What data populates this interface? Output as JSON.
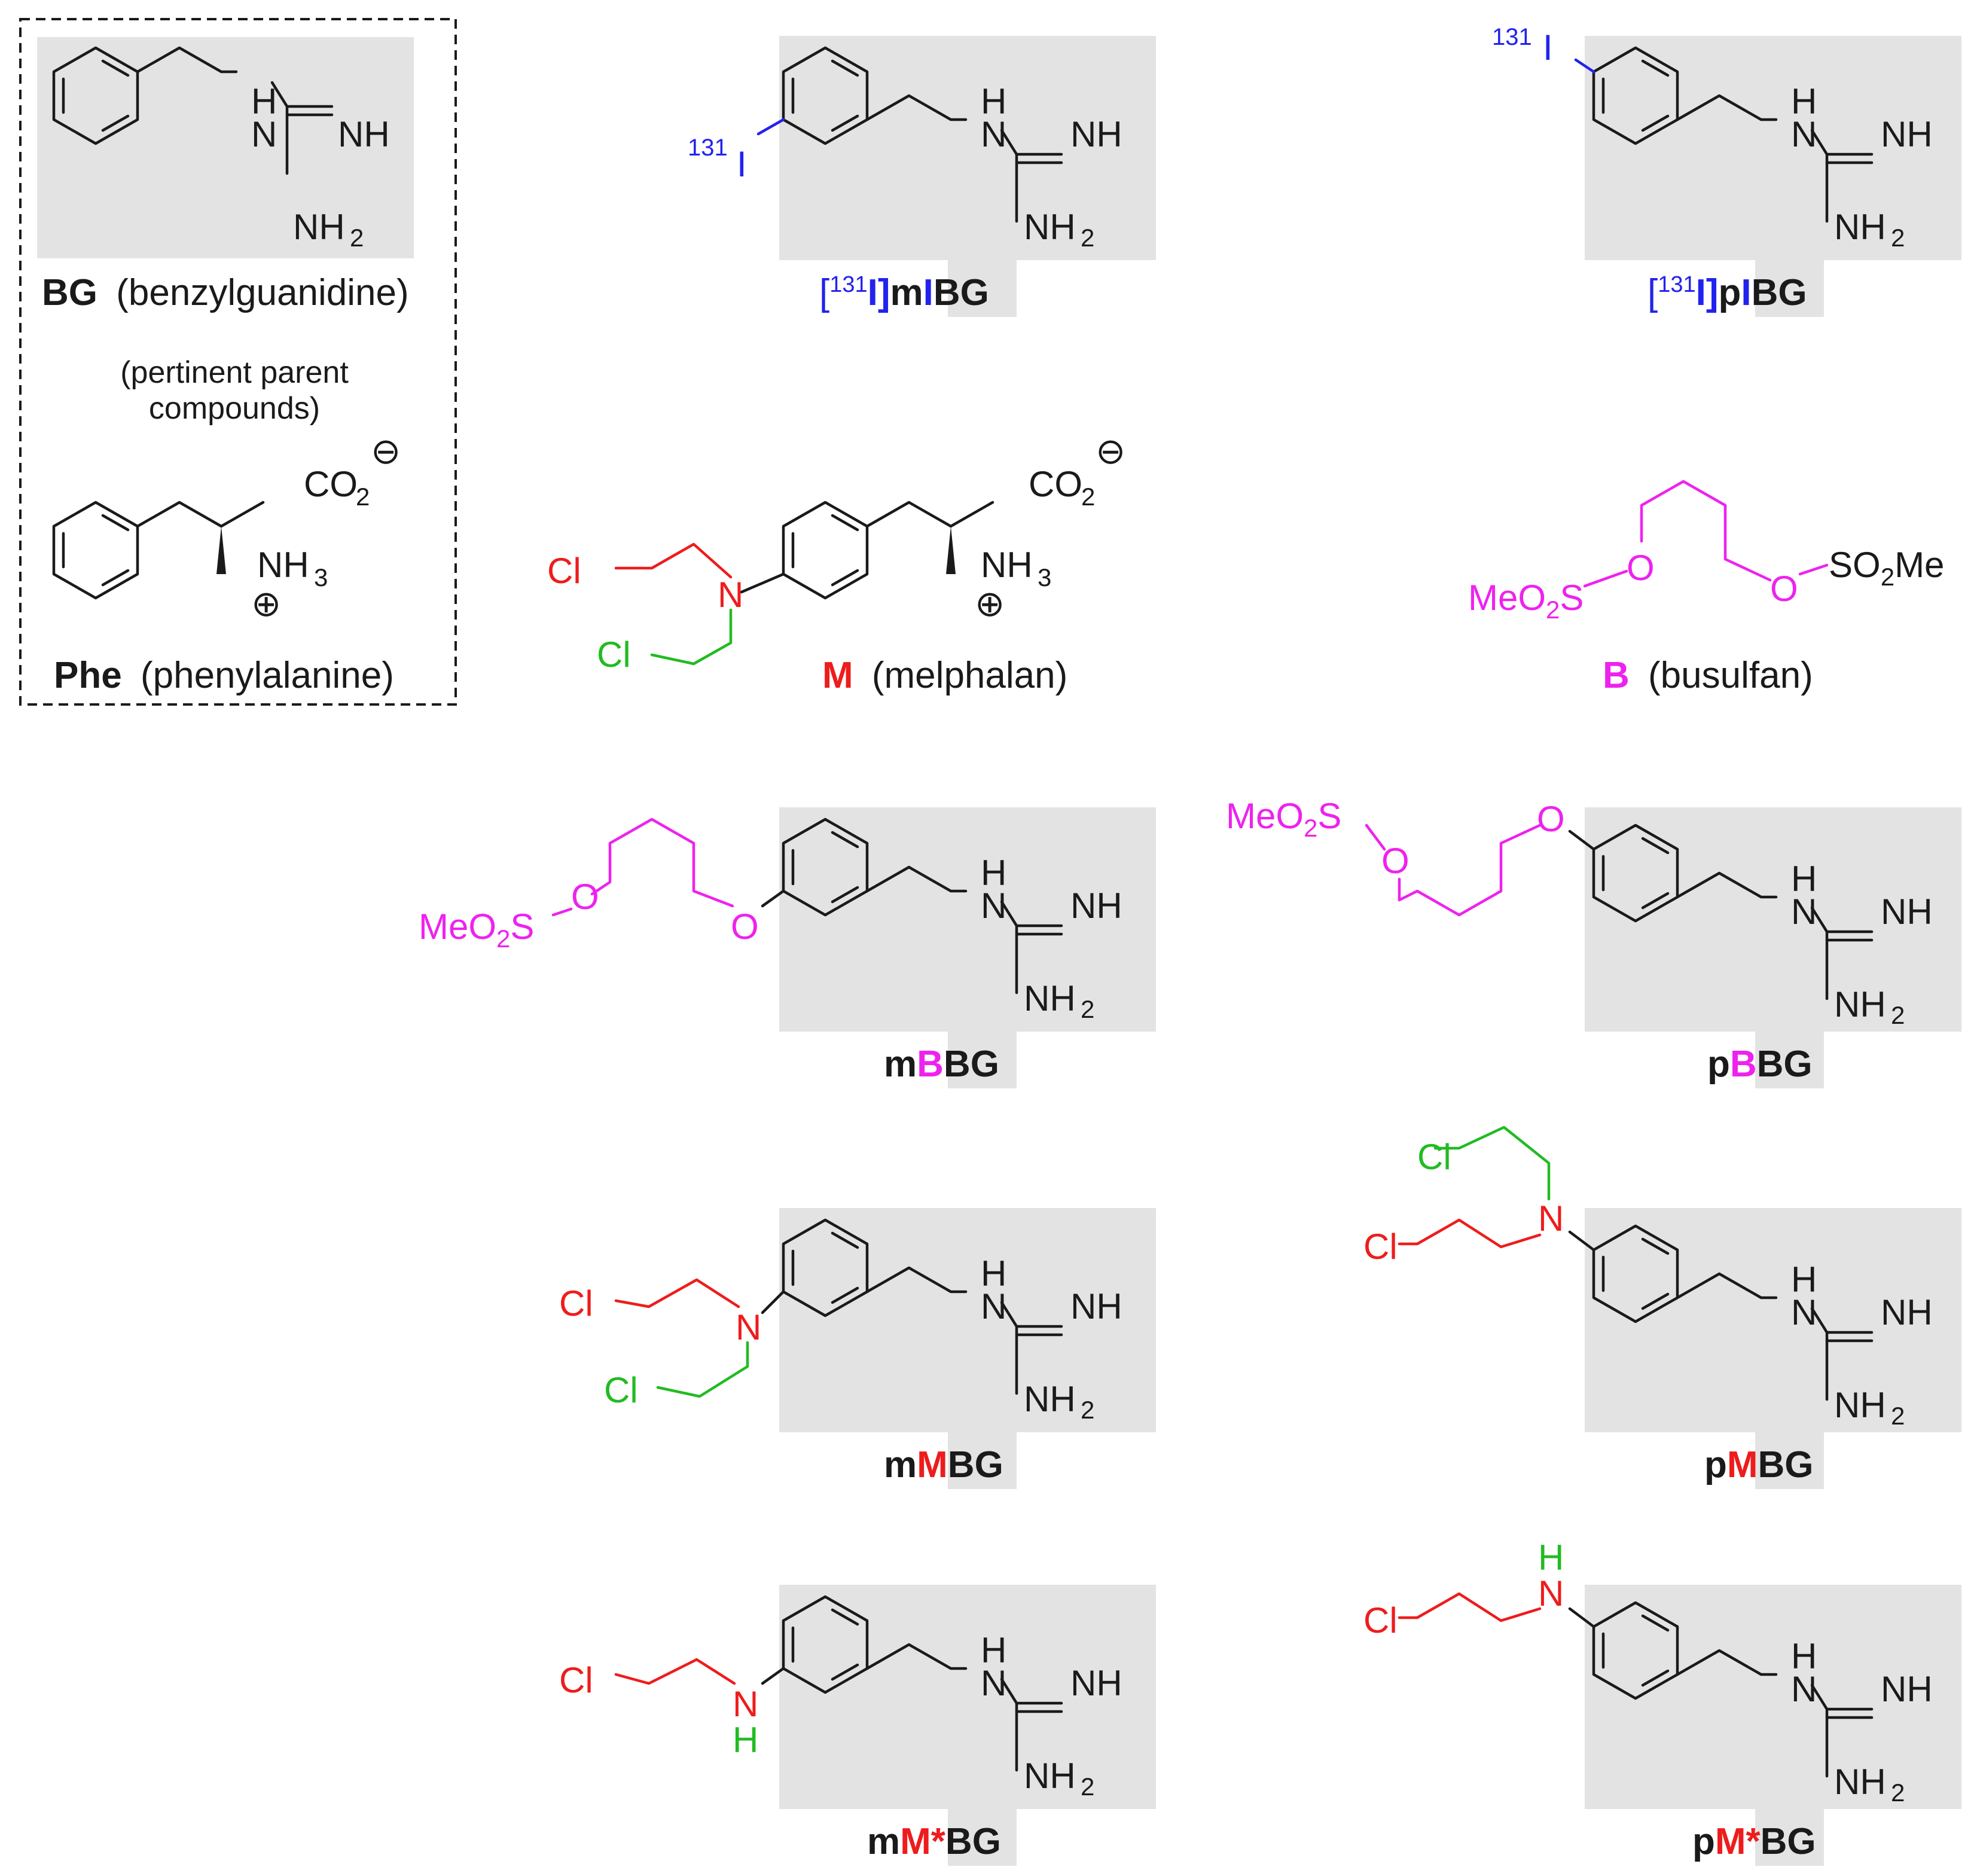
{
  "colors": {
    "black": "#1a1a1a",
    "red": "#ee1c1c",
    "green": "#22bb22",
    "magenta": "#ee22ee",
    "blue": "#2222ee",
    "highlight": "#e3e3e3"
  },
  "atoms": {
    "H": "H",
    "N": "N",
    "NH": "NH",
    "NH2": "NH",
    "NH3": "NH",
    "two": "2",
    "three": "3",
    "CO2": "CO",
    "Cl": "Cl",
    "O": "O",
    "S": "S",
    "MeO2": "MeO",
    "SO2Me_a": "SO",
    "SO2Me_b": "Me",
    "I": "I",
    "iso131": "131",
    "minus": "⊖",
    "plus": "⊕"
  },
  "captions": {
    "bg_abbr": "BG",
    "bg_name": "(benzylguanidine)",
    "parent_line1": "(pertinent parent",
    "parent_line2": "compounds)",
    "phe_abbr": "Phe",
    "phe_name": "(phenylalanine)",
    "m_abbr": "M",
    "m_name": "(melphalan)",
    "b_abbr": "B",
    "b_name": "(busulfan)",
    "lbracket": "[",
    "iso": "131",
    "iso_I": "I]",
    "m": "m",
    "p": "p",
    "I": "I",
    "BG": "BG",
    "B": "B",
    "M": "M",
    "Mstar": "M*"
  }
}
